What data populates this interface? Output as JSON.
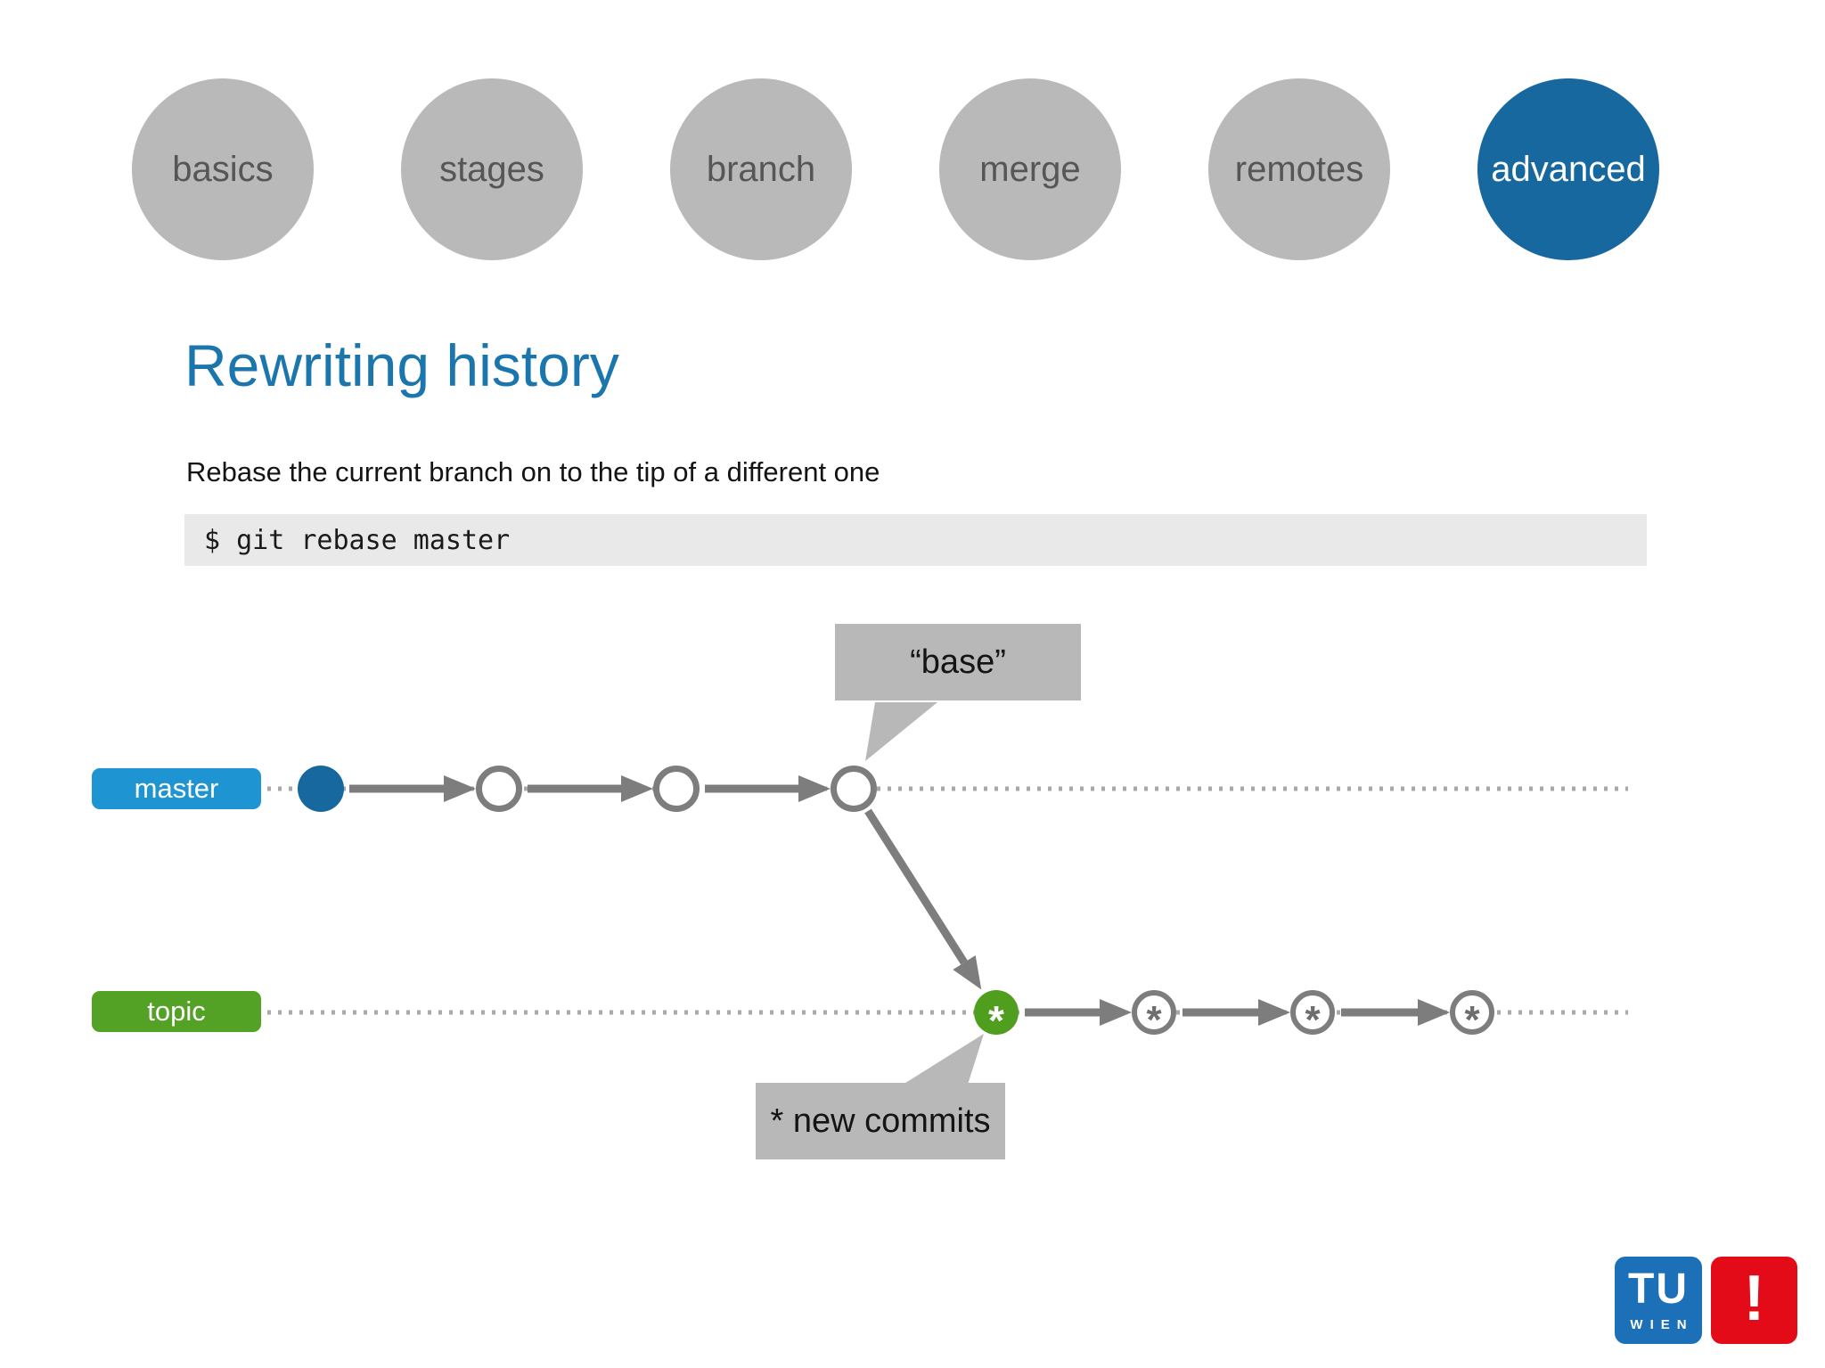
{
  "nav": {
    "items": [
      {
        "label": "basics",
        "active": false
      },
      {
        "label": "stages",
        "active": false
      },
      {
        "label": "branch",
        "active": false
      },
      {
        "label": "merge",
        "active": false
      },
      {
        "label": "remotes",
        "active": false
      },
      {
        "label": "advanced",
        "active": true
      }
    ]
  },
  "slide": {
    "title": "Rewriting history",
    "subtitle": "Rebase the current branch on to the tip of a different one",
    "code": "$ git rebase master"
  },
  "diagram": {
    "branches": [
      {
        "name": "master",
        "color": "#1e94d2"
      },
      {
        "name": "topic",
        "color": "#53a125"
      }
    ],
    "callouts": {
      "base": "“base”",
      "new_commits": "* new commits"
    },
    "commit_marker": "*"
  },
  "colors": {
    "active_section_blue": "#16689f",
    "title_blue": "#1c76ae",
    "master_label_blue": "#1e94d2",
    "topic_label_green": "#53a125",
    "commit_green": "#4f9e1e",
    "nav_gray": "#b9b9b9",
    "bubble_gray": "#b8b8b8",
    "arrow_gray": "#7d7d7d",
    "dotted_gray": "#a9a9a9",
    "code_background": "#e9e9e9",
    "logo_blue": "#1c70b7",
    "logo_red": "#e30b17"
  },
  "logo": {
    "tu": "TU",
    "wien": "WIEN",
    "mark": "!"
  }
}
